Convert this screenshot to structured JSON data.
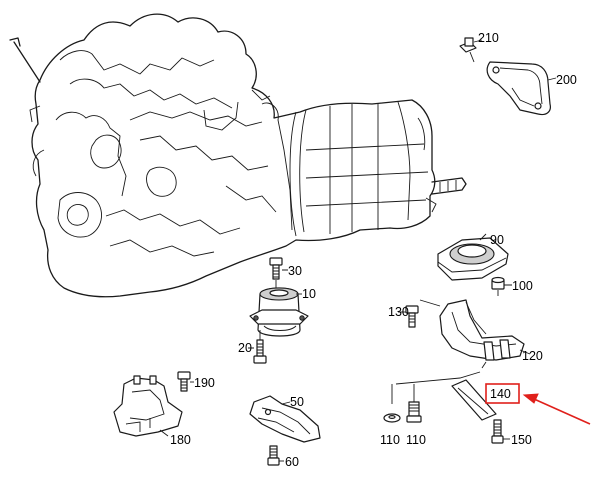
{
  "callouts": {
    "p10": "10",
    "p20": "20",
    "p30": "30",
    "p50": "50",
    "p60": "60",
    "p90": "90",
    "p100": "100",
    "p110a": "110",
    "p110b": "110",
    "p120": "120",
    "p130": "130",
    "p140": "140",
    "p150": "150",
    "p180": "180",
    "p190": "190",
    "p200": "200",
    "p210": "210"
  },
  "highlight": {
    "part": "140",
    "box_color": "#e0201b",
    "arrow_color": "#e0201b"
  }
}
